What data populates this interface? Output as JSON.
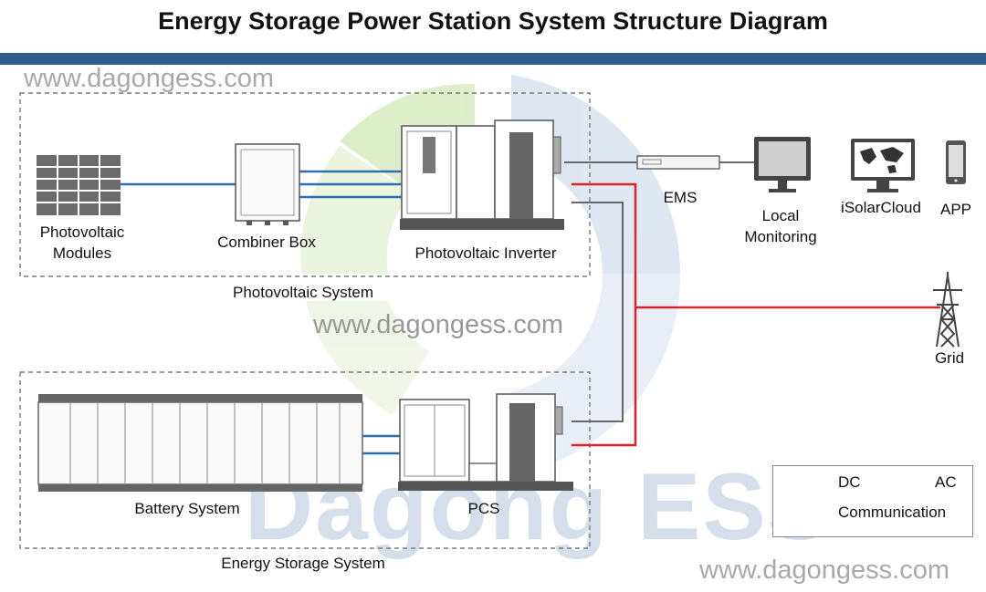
{
  "title": "Energy Storage Power Station System Structure Diagram",
  "watermarks": {
    "top": "www.dagongess.com",
    "middle": "www.dagongess.com",
    "bottom": "www.dagongess.com",
    "brand": "Dagong ESS"
  },
  "components": {
    "pv_modules": [
      "Photovoltaic",
      "Modules"
    ],
    "combiner_box": "Combiner Box",
    "pv_inverter": "Photovoltaic Inverter",
    "ems": "EMS",
    "local_monitoring": [
      "Local",
      "Monitoring"
    ],
    "isolarcloud": "iSolarCloud",
    "app": "APP",
    "grid": "Grid",
    "battery_system": "Battery System",
    "pcs": "PCS"
  },
  "groups": {
    "pv_system": "Photovoltaic System",
    "ess_system": "Energy Storage System"
  },
  "legend": {
    "dc": "DC",
    "ac": "AC",
    "communication": "Communication"
  },
  "colors": {
    "dc": "#2d6fb3",
    "ac": "#d9252a",
    "communication": "#555555",
    "header_bar": "#2f5d8a"
  }
}
